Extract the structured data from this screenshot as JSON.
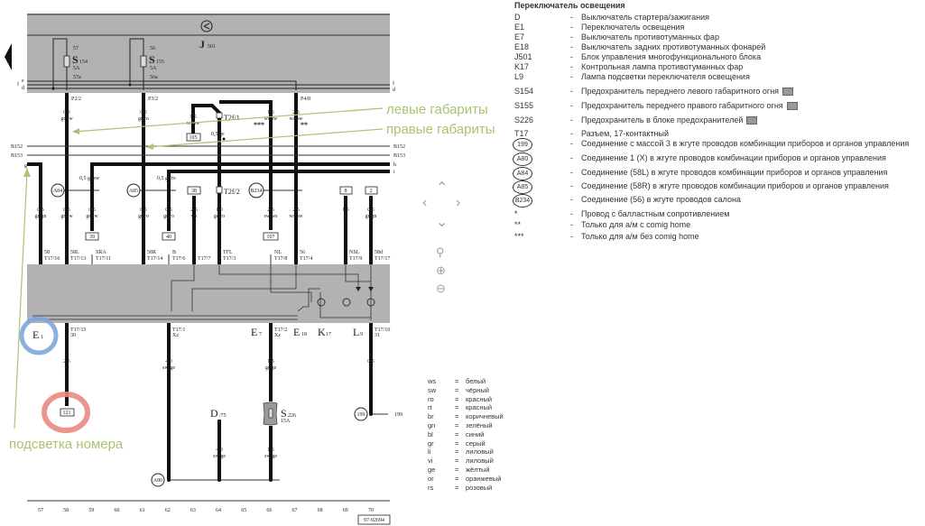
{
  "diagram": {
    "control_unit": {
      "letter": "J",
      "number": "501"
    },
    "fuses": [
      {
        "id": "S",
        "num": "154",
        "rating": "5A",
        "pin_in": "57",
        "pin_out": "57a"
      },
      {
        "id": "S",
        "num": "155",
        "rating": "5A",
        "pin_in": "56",
        "pin_out": "56a"
      },
      {
        "id": "S",
        "num": "226",
        "rating": "15A"
      }
    ],
    "bus_labels": {
      "f": "f",
      "e": "e",
      "d": "d",
      "b152": "B152",
      "b153": "B153",
      "g": "g",
      "h": "h",
      "i": "i"
    },
    "pins_top": [
      "P2/2",
      "P3/2",
      "P4/8"
    ],
    "upper_wires": [
      {
        "size": "0,5",
        "color": "gr/sw"
      },
      {
        "size": "0,5",
        "color": "gr/ro"
      },
      {
        "size": "1,5",
        "color": "ws/sw"
      },
      {
        "size": "1,5",
        "color": "ws/sw",
        "note": "***"
      },
      {
        "size": "2,5",
        "color": "ws/sw",
        "note": "**"
      }
    ],
    "t2f_top": "T2f/1",
    "t2f_bottom": "T2f/2",
    "mid_small": "0,5 ge",
    "boxes": {
      "b105": "105",
      "b38": "38",
      "b8": "8",
      "b2": "2",
      "b39": "39",
      "b40": "40",
      "b107": "107",
      "b121": "121"
    },
    "branch_labels": [
      "0,5  gr/sw",
      "0,5  gr/ro"
    ],
    "connectors": {
      "a84": "A84",
      "a85": "A85",
      "b234": "B234",
      "a80": "A80",
      "c199": "199",
      "t199": "199"
    },
    "mid_wires": [
      {
        "size": "0,5",
        "color": "gr/gn"
      },
      {
        "size": "0,5",
        "color": "gr/sw"
      },
      {
        "size": "0,5",
        "color": "gr/sw"
      },
      {
        "size": "0,5",
        "color": "gr/ro"
      },
      {
        "size": "0,5",
        "color": "gr/ro"
      },
      {
        "size": "2,5",
        "color": "ws"
      },
      {
        "size": "1,0",
        "color": "ge/ro"
      },
      {
        "size": "2,5",
        "color": "sw/ws"
      },
      {
        "size": "2,5",
        "color": "ws/sw"
      },
      {
        "size": "1,5",
        "color": "gr"
      },
      {
        "size": "0,5",
        "color": "gr/gn"
      }
    ],
    "terminals": [
      {
        "name": "58",
        "pin": "T17/16"
      },
      {
        "name": "58L",
        "pin": "T17/13"
      },
      {
        "name": "SRA",
        "pin": "T17/11"
      },
      {
        "name": "58R",
        "pin": "T17/14"
      },
      {
        "name": "B",
        "pin": "T17/6"
      },
      {
        "name": "",
        "pin": "T17/7"
      },
      {
        "name": "TFL",
        "pin": "T17/3"
      },
      {
        "name": "NL",
        "pin": "T17/8"
      },
      {
        "name": "56",
        "pin": "T17/4"
      },
      {
        "name": "NSL",
        "pin": "T17/9"
      },
      {
        "name": "58d",
        "pin": "T17/17"
      }
    ],
    "components": {
      "e1": {
        "l": "E",
        "n": "1"
      },
      "e7": {
        "l": "E",
        "n": "7"
      },
      "e18": {
        "l": "E",
        "n": "18"
      },
      "k17": {
        "l": "K",
        "n": "17"
      },
      "l9": {
        "l": "L",
        "n": "9"
      },
      "d": {
        "l": "D",
        "n": "/75"
      }
    },
    "lower_pins": [
      {
        "pin": "T17/15",
        "term": "30"
      },
      {
        "pin": "T17/1",
        "term": "Xz"
      },
      {
        "pin": "T17/2",
        "term": "Xz"
      },
      {
        "pin": "T17/10",
        "term": "31"
      }
    ],
    "lower_wires": [
      {
        "size": "2,5",
        "color": "ro"
      },
      {
        "size": "4,0",
        "color": "sw/ge"
      },
      {
        "size": "1,5",
        "color": "gr/ge"
      },
      {
        "size": "0,5",
        "color": "br"
      },
      {
        "size": "4,0",
        "color": "sw/ge"
      },
      {
        "size": "1,5",
        "color": "sw/ge"
      }
    ],
    "footer_numbers": [
      "57",
      "58",
      "59",
      "60",
      "61",
      "62",
      "63",
      "64",
      "65",
      "66",
      "67",
      "68",
      "69",
      "70"
    ],
    "ref": "97-92694"
  },
  "annotations": {
    "left_markers": "левые габариты",
    "right_markers": "правые габариты",
    "plate_light": "подсветка номера"
  },
  "legend": {
    "title": "Переключатель освещения",
    "items": [
      {
        "key": "D",
        "desc": "Выключатель стартера/зажигания"
      },
      {
        "key": "E1",
        "desc": "Переключатель освещения"
      },
      {
        "key": "E7",
        "desc": "Выключатель противотуманных фар"
      },
      {
        "key": "E18",
        "desc": "Выключатель задних противотуманных фонарей"
      },
      {
        "key": "J501",
        "desc": "Блок управления многофункционального блока"
      },
      {
        "key": "K17",
        "desc": "Контрольная лампа противотуманных фар"
      },
      {
        "key": "L9",
        "desc": "Лампа подсветки переключателя освещения"
      },
      {
        "key": "S154",
        "desc": "Предохранитель переднего левого габаритного огня"
      },
      {
        "key": "S155",
        "desc": "Предохранитель переднего правого габаритного огня"
      },
      {
        "key": "S226",
        "desc": "Предохранитель в блоке предохранителей"
      },
      {
        "key": "T17",
        "desc": "Разъем, 17-контактный"
      },
      {
        "key": "199",
        "desc": "Соединение с массой 3 в жгуте проводов комбинации приборов и органов управления"
      },
      {
        "key": "A80",
        "desc": "Соединение 1 (X) в жгуте проводов комбинации приборов и органов управления"
      },
      {
        "key": "A84",
        "desc": "Соединение (58L) в жгуте проводов комбинации приборов и органов управления"
      },
      {
        "key": "A85",
        "desc": "Соединение (58R) в жгуте проводов комбинации приборов и органов управления"
      },
      {
        "key": "B234",
        "desc": "Соединение (56) в жгуте проводов салона"
      },
      {
        "key": "*",
        "desc": "Провод с балластным сопротивлением"
      },
      {
        "key": "**",
        "desc": "Только для а/м с comig home"
      },
      {
        "key": "***",
        "desc": "Только для а/м без comig home"
      }
    ],
    "dash": "-"
  },
  "wire_colors": [
    {
      "code": "ws",
      "name": "белый"
    },
    {
      "code": "sw",
      "name": "чёрный"
    },
    {
      "code": "ro",
      "name": "красный"
    },
    {
      "code": "rt",
      "name": "красный"
    },
    {
      "code": "br",
      "name": "коричневый"
    },
    {
      "code": "gn",
      "name": "зелёный"
    },
    {
      "code": "bl",
      "name": "синий"
    },
    {
      "code": "gr",
      "name": "серый"
    },
    {
      "code": "li",
      "name": "лиловый"
    },
    {
      "code": "vi",
      "name": "лиловый"
    },
    {
      "code": "ge",
      "name": "жёлтый"
    },
    {
      "code": "or",
      "name": "оранжевый"
    },
    {
      "code": "rs",
      "name": "розовый"
    }
  ],
  "equals": "=",
  "colors": {
    "panel": "#b2b2b2",
    "annotation_green": "#a8c470",
    "circle_blue": "#7fa6d9",
    "circle_red": "#e88a84",
    "nav": "#9aa0ac"
  }
}
